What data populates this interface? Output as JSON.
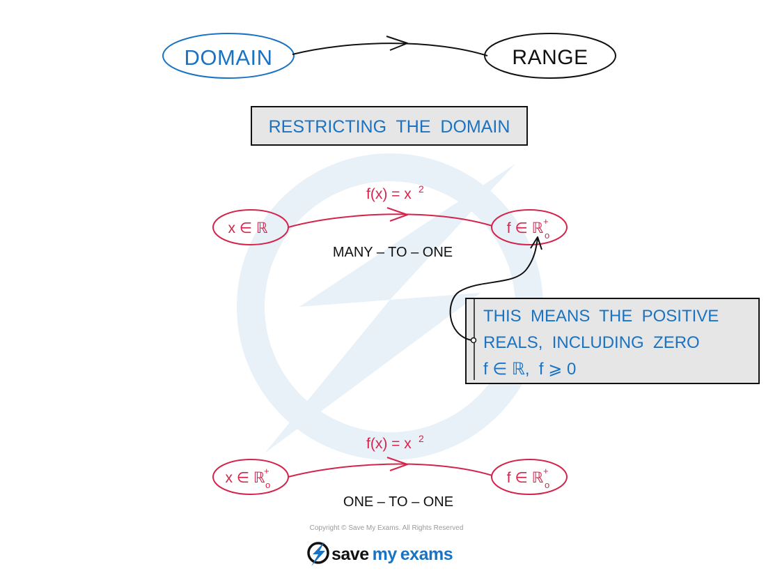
{
  "colors": {
    "blue": "#1a73c2",
    "red": "#d4244b",
    "black": "#111111",
    "box_fill": "#e6e6e6",
    "watermark": "#e5edf6",
    "footer_gray": "#9a9a9a"
  },
  "top": {
    "domain_label": "DOMAIN",
    "range_label": "RANGE",
    "section_title": "RESTRICTING  THE  DOMAIN"
  },
  "mapping1": {
    "function_label": "f(x) = x",
    "function_exp": "2",
    "left_label": "x ∈ ℝ",
    "right_label": "f ∈ ℝ",
    "right_sup": "+",
    "right_sub": "o",
    "caption": "MANY – TO – ONE"
  },
  "note": {
    "line1": "THIS  MEANS  THE  POSITIVE",
    "line2": "REALS,  INCLUDING  ZERO",
    "line3": "f ∈ ℝ,  f ⩾ 0"
  },
  "mapping2": {
    "function_label": "f(x) = x",
    "function_exp": "2",
    "left_label": "x ∈ ℝ",
    "left_sup": "+",
    "left_sub": "o",
    "right_label": "f ∈ ℝ",
    "right_sup": "+",
    "right_sub": "o",
    "caption": "ONE – TO – ONE"
  },
  "footer": {
    "copyright": "Copyright © Save My Exams. All Rights Reserved",
    "brand_save": "save",
    "brand_my": "my",
    "brand_exams": "exams",
    "logo_icon": "lightning-bolt-icon"
  }
}
